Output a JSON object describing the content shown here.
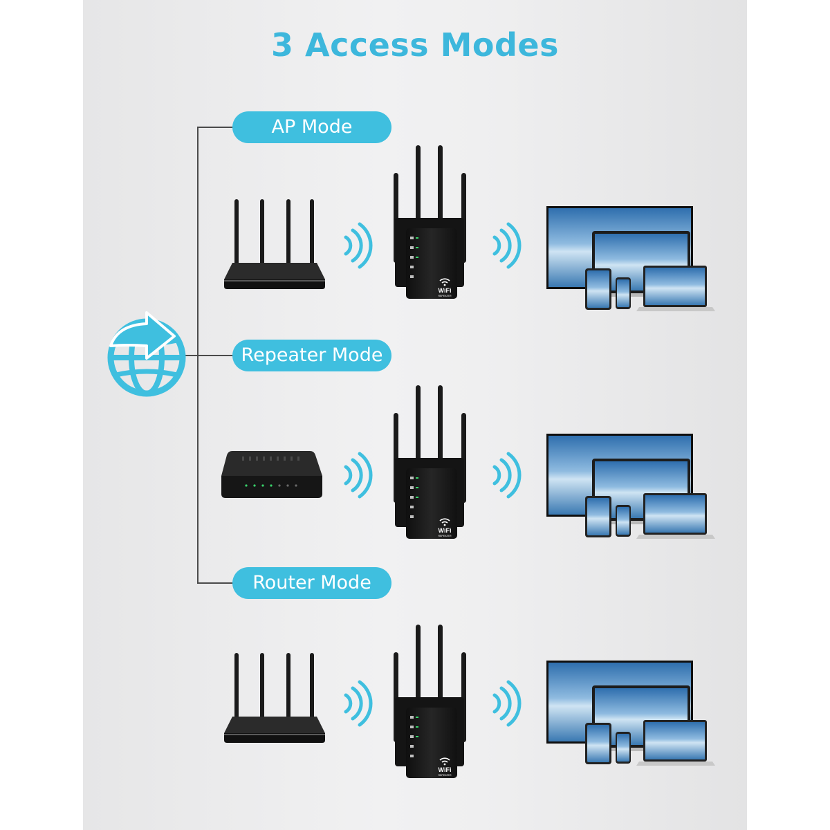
{
  "title": "3 Access Modes",
  "colors": {
    "accent": "#3fbfdf",
    "title": "#3db7dc",
    "device": "#1a1a1a",
    "line": "#4a4a4a"
  },
  "modes": [
    {
      "label": "AP Mode",
      "source": "router-icon"
    },
    {
      "label": "Repeater Mode",
      "source": "modem-icon"
    },
    {
      "label": "Router Mode",
      "source": "router-icon"
    }
  ],
  "repeater_badge": {
    "line1": "WiFi",
    "line2": "REPEATER"
  },
  "icons": [
    "internet-globe-icon",
    "router-icon",
    "modem-icon",
    "wifi-signal-icon",
    "wifi-repeater-icon",
    "client-devices-icon"
  ]
}
